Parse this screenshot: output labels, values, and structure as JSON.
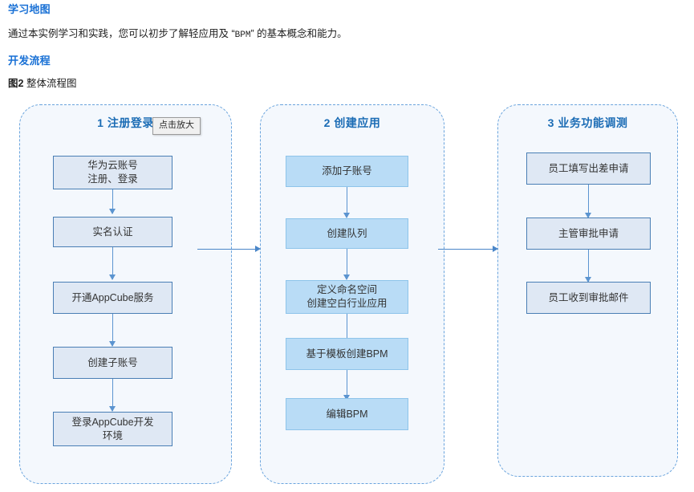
{
  "document": {
    "section_title_1": "学习地图",
    "lead_prefix": "通过本实例学习和实践，您可以初步了解轻应用及 “",
    "lead_mono": "BPM",
    "lead_suffix": "” 的基本概念和能力。",
    "section_title_2": "开发流程",
    "figure_label": "图2",
    "figure_caption": "整体流程图",
    "heading_color": "#1870d5",
    "body_color": "#1f1f1f"
  },
  "tooltip": {
    "label": "点击放大"
  },
  "diagram": {
    "panel_border_color": "#6aa4dd",
    "panel_fill_color": "#f4f8fd",
    "panel_title_color": "#1b6cb5",
    "connector_color": "#5b94d0",
    "columns": [
      {
        "index": "1",
        "title": "1 注册登录",
        "node_fill": "#dfe8f4",
        "node_border": "#4a7fb5",
        "nodes": [
          {
            "label": "华为云账号\n注册、登录"
          },
          {
            "label": "实名认证"
          },
          {
            "label": "开通AppCube服务"
          },
          {
            "label": "创建子账号"
          },
          {
            "label": "登录AppCube开发\n环境"
          }
        ]
      },
      {
        "index": "2",
        "title": "2 创建应用",
        "node_fill": "#b9dcf6",
        "node_border": "#8ec4ea",
        "nodes": [
          {
            "label": "添加子账号"
          },
          {
            "label": "创建队列"
          },
          {
            "label": "定义命名空间\n创建空白行业应用"
          },
          {
            "label": "基于模板创建BPM"
          },
          {
            "label": "编辑BPM"
          }
        ]
      },
      {
        "index": "3",
        "title": "3 业务功能调测",
        "node_fill": "#dfe8f4",
        "node_border": "#4a7fb5",
        "nodes": [
          {
            "label": "员工填写出差申请"
          },
          {
            "label": "主管审批申请"
          },
          {
            "label": "员工收到审批邮件"
          }
        ]
      }
    ]
  }
}
